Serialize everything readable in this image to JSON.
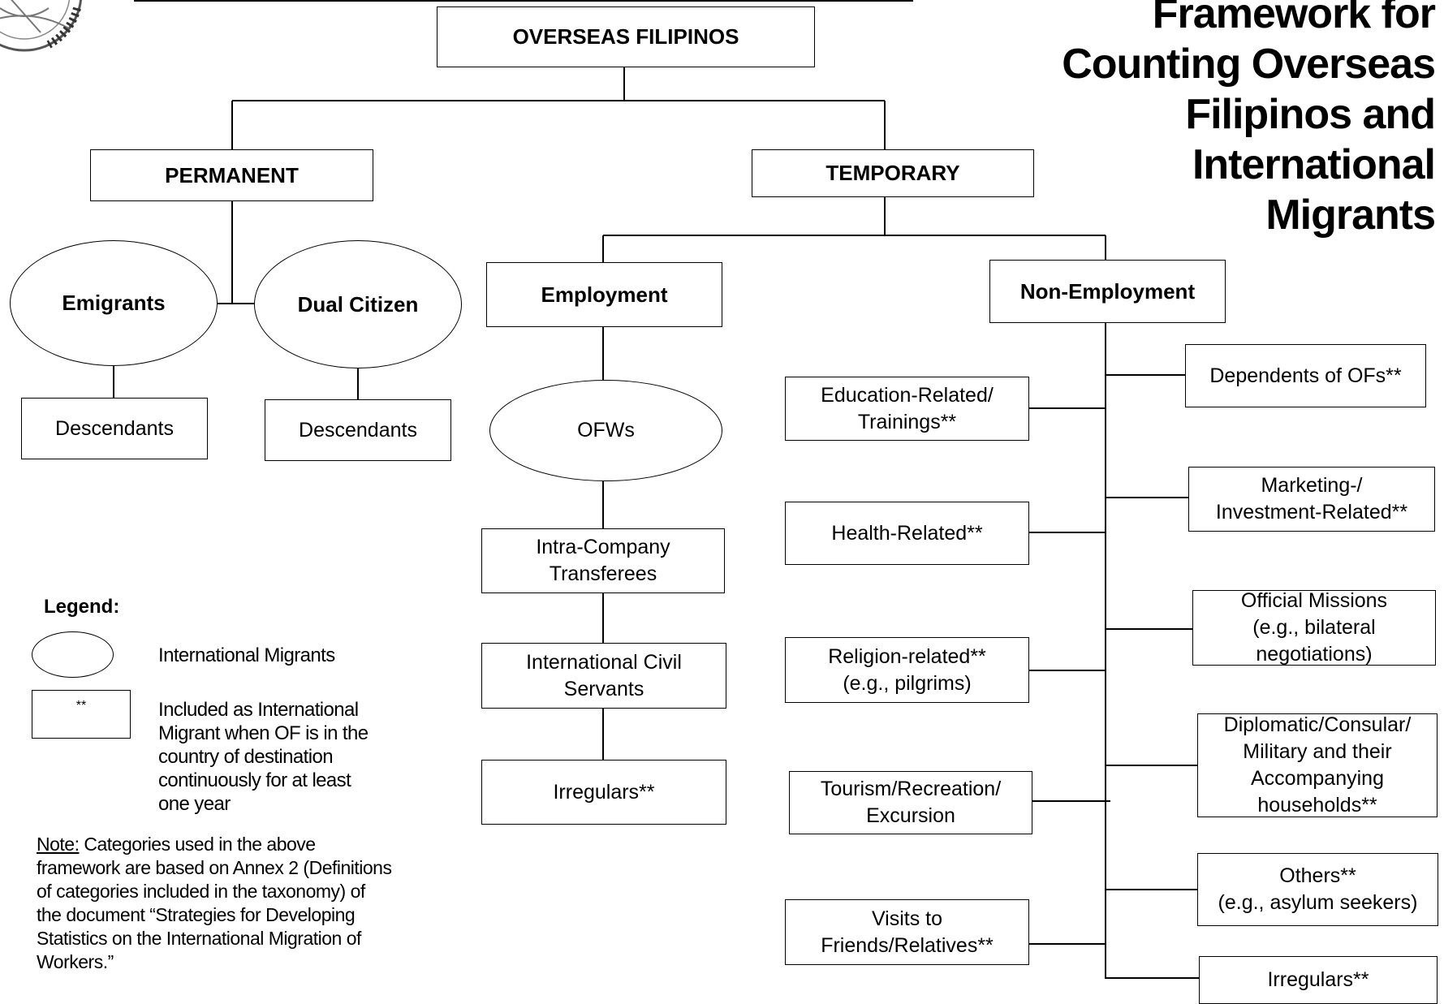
{
  "title": "Framework for\nCounting Overseas\nFilipinos and\nInternational\nMigrants",
  "nodes": {
    "overseas_filipinos": "OVERSEAS FILIPINOS",
    "permanent": "PERMANENT",
    "temporary": "TEMPORARY",
    "emigrants": "Emigrants",
    "dual_citizen": "Dual Citizen",
    "descendants_1": "Descendants",
    "descendants_2": "Descendants",
    "employment": "Employment",
    "non_employment": "Non-Employment",
    "ofws": "OFWs",
    "intra_company": "Intra-Company\n    Transferees",
    "intl_civil_servants": "International Civil\n    Servants",
    "irregulars_emp": "Irregulars**",
    "education": "Education-Related/\nTrainings**",
    "health": "Health-Related**",
    "religion": "Religion-related**\n(e.g., pilgrims)",
    "tourism": "Tourism/Recreation/\nExcursion",
    "visits": "Visits to\nFriends/Relatives**",
    "dependents": "Dependents of OFs**",
    "marketing": "Marketing-/\nInvestment-Related**",
    "official_missions": "Official Missions\n(e.g., bilateral\nnegotiations)",
    "diplomatic": "Diplomatic/Consular/\nMilitary and their\nAccompanying\nhouseholds**",
    "others": "Others**\n(e.g., asylum seekers)",
    "irregulars_nonemp": "Irregulars**"
  },
  "legend": {
    "title": "Legend:",
    "ellipse_label": "International Migrants",
    "box_symbol": "**",
    "box_label": "Included as International\nMigrant when OF is in the\ncountry of destination\ncontinuously for at least\none year"
  },
  "note": {
    "prefix": "Note:",
    "text": " Categories used in the above framework are based on Annex 2 (Definitions of categories included in the taxonomy) of the document “Strategies for Developing Statistics on the International Migration of Workers.”"
  }
}
